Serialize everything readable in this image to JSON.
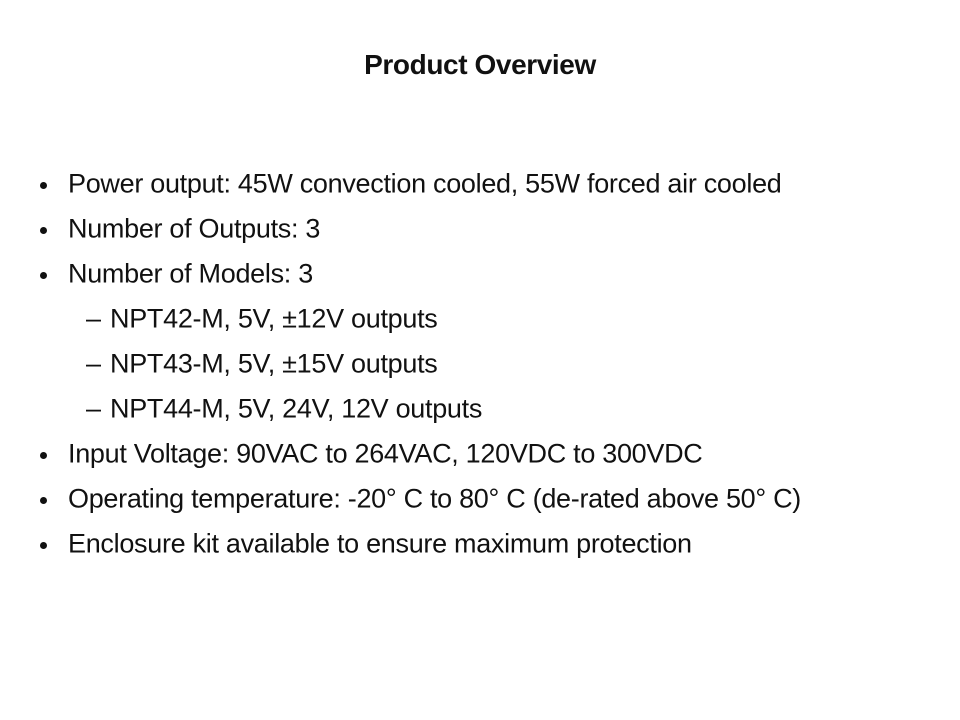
{
  "page": {
    "background_color": "#ffffff",
    "text_color": "#111111"
  },
  "title": "Product Overview",
  "markers": {
    "dash": "–"
  },
  "bullets": {
    "items": [
      {
        "level": 1,
        "marker": "disc",
        "text": "Power output: 45W convection cooled, 55W forced air cooled"
      },
      {
        "level": 1,
        "marker": "disc",
        "text": "Number of Outputs: 3"
      },
      {
        "level": 1,
        "marker": "disc",
        "text": "Number of Models: 3"
      },
      {
        "level": 2,
        "marker": "dash",
        "text": "NPT42-M, 5V, ±12V outputs"
      },
      {
        "level": 2,
        "marker": "dash",
        "text": "NPT43-M, 5V, ±15V outputs"
      },
      {
        "level": 2,
        "marker": "dash",
        "text": "NPT44-M, 5V, 24V, 12V outputs"
      },
      {
        "level": 1,
        "marker": "disc",
        "text": "Input Voltage: 90VAC to 264VAC, 120VDC to 300VDC"
      },
      {
        "level": 1,
        "marker": "disc",
        "text": "Operating temperature: -20° C to 80° C (de-rated above 50° C)"
      },
      {
        "level": 1,
        "marker": "disc",
        "text": "Enclosure kit available to ensure maximum protection"
      }
    ]
  }
}
